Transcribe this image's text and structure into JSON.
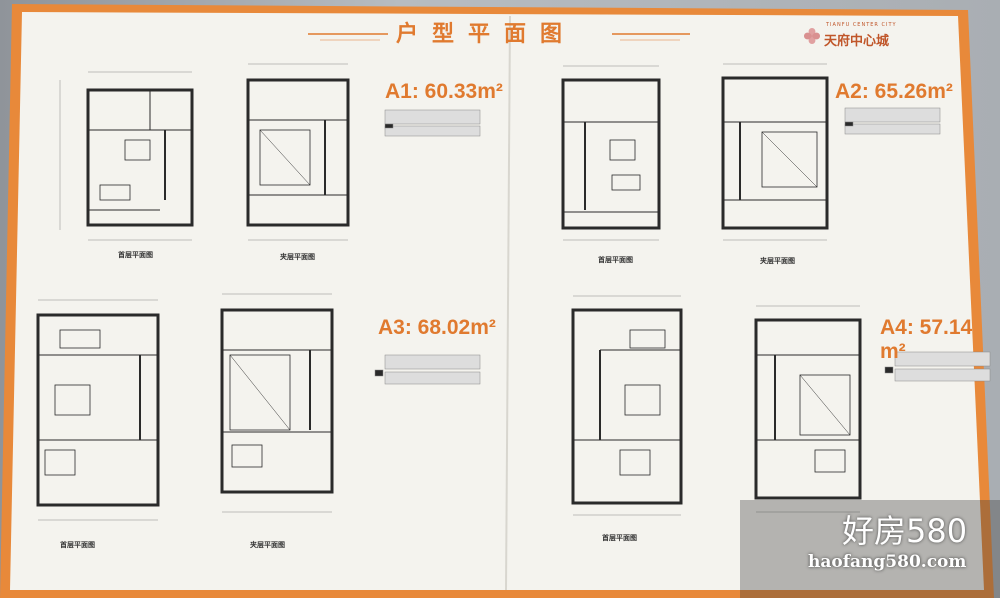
{
  "poster": {
    "title": "户型平面图",
    "brand_cn": "天府中心城",
    "brand_en": "TIANFU CENTER CITY"
  },
  "units": [
    {
      "id": "A1",
      "label": "A1: 60.33m²"
    },
    {
      "id": "A2",
      "label": "A2: 65.26m²"
    },
    {
      "id": "A3",
      "label": "A3: 68.02m²"
    },
    {
      "id": "A4",
      "label": "A4: 57.14 m²"
    }
  ],
  "captions": {
    "ground": "首层平面图",
    "mezzanine": "夹层平面图"
  },
  "watermark": {
    "brand": "好房580",
    "url": "haofang580.com"
  },
  "colors": {
    "accent": "#e07a2f",
    "border": "#e8893a",
    "paper": "#f4f3ee",
    "wall": "#2a2a2a"
  }
}
